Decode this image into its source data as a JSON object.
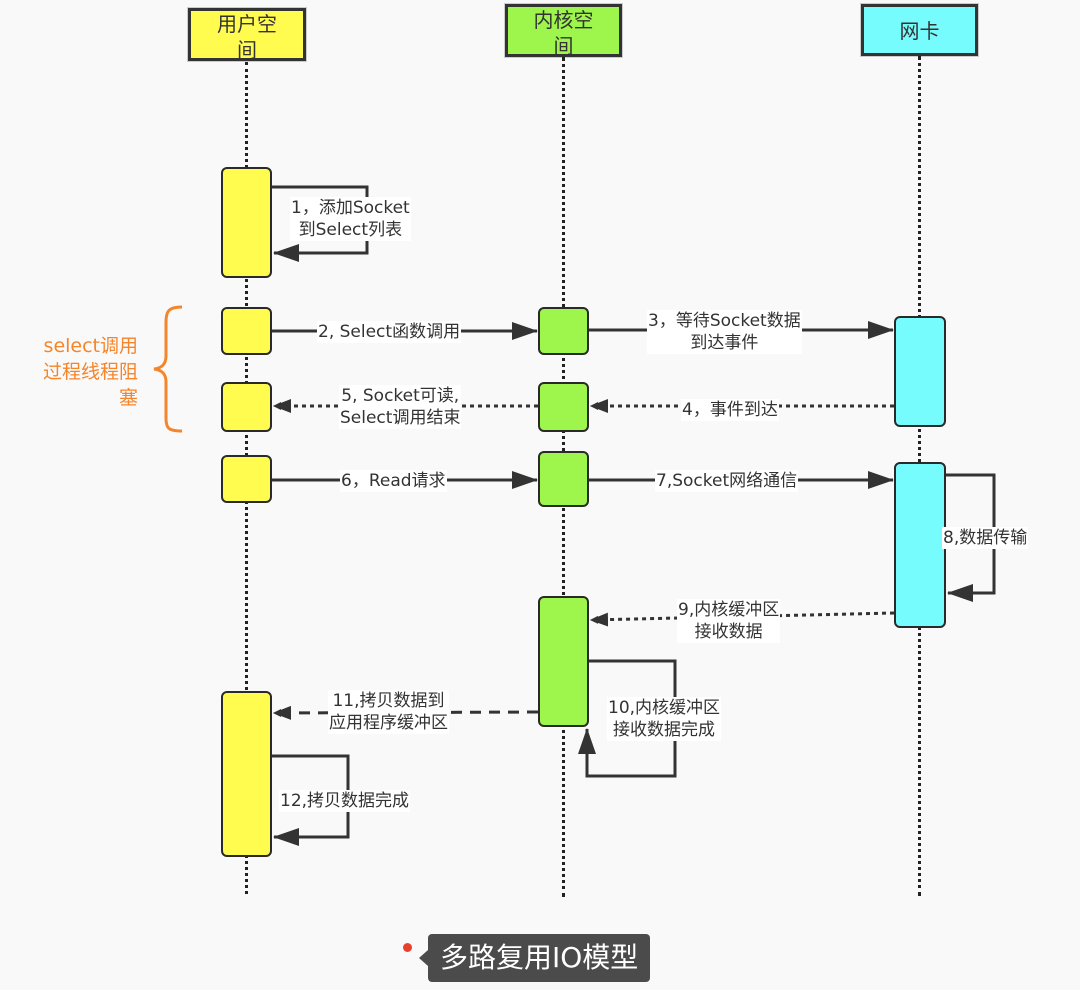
{
  "diagram": {
    "title": "多路复用IO模型",
    "lifelines": [
      {
        "id": "user",
        "label_line1": "用户空",
        "label_line2": "间",
        "color": "#fffb4f"
      },
      {
        "id": "kernel",
        "label_line1": "内核空",
        "label_line2": "间",
        "color": "#9ef54c"
      },
      {
        "id": "nic",
        "label_line1": "网卡",
        "label_line2": "",
        "color": "#76fcfd"
      }
    ],
    "annotation": {
      "line1": "select调用",
      "line2": "过程线程阻",
      "line3": "塞",
      "color": "#f5852b"
    },
    "messages": [
      {
        "step": 1,
        "from": "user",
        "to": "user",
        "style": "solid",
        "line1": "1，添加Socket",
        "line2": "到Select列表"
      },
      {
        "step": 2,
        "from": "user",
        "to": "kernel",
        "style": "solid",
        "line1": "2, Select函数调用",
        "line2": ""
      },
      {
        "step": 3,
        "from": "kernel",
        "to": "nic",
        "style": "solid",
        "line1": "3，等待Socket数据",
        "line2": "到达事件"
      },
      {
        "step": 4,
        "from": "nic",
        "to": "kernel",
        "style": "dotted",
        "line1": "4，事件到达",
        "line2": ""
      },
      {
        "step": 5,
        "from": "kernel",
        "to": "user",
        "style": "dotted",
        "line1": "5, Socket可读,",
        "line2": "Select调用结束"
      },
      {
        "step": 6,
        "from": "user",
        "to": "kernel",
        "style": "solid",
        "line1": "6，Read请求",
        "line2": ""
      },
      {
        "step": 7,
        "from": "kernel",
        "to": "nic",
        "style": "solid",
        "line1": "7,Socket网络通信",
        "line2": ""
      },
      {
        "step": 8,
        "from": "nic",
        "to": "nic",
        "style": "solid",
        "line1": "8,数据传输",
        "line2": ""
      },
      {
        "step": 9,
        "from": "nic",
        "to": "kernel",
        "style": "dotted",
        "line1": "9,内核缓冲区",
        "line2": "接收数据"
      },
      {
        "step": 10,
        "from": "kernel",
        "to": "kernel",
        "style": "solid",
        "line1": "10,内核缓冲区",
        "line2": "接收数据完成"
      },
      {
        "step": 11,
        "from": "kernel",
        "to": "user",
        "style": "dashed",
        "line1": "11,拷贝数据到",
        "line2": "应用程序缓冲区"
      },
      {
        "step": 12,
        "from": "user",
        "to": "user",
        "style": "solid",
        "line1": "12,拷贝数据完成",
        "line2": ""
      }
    ]
  }
}
